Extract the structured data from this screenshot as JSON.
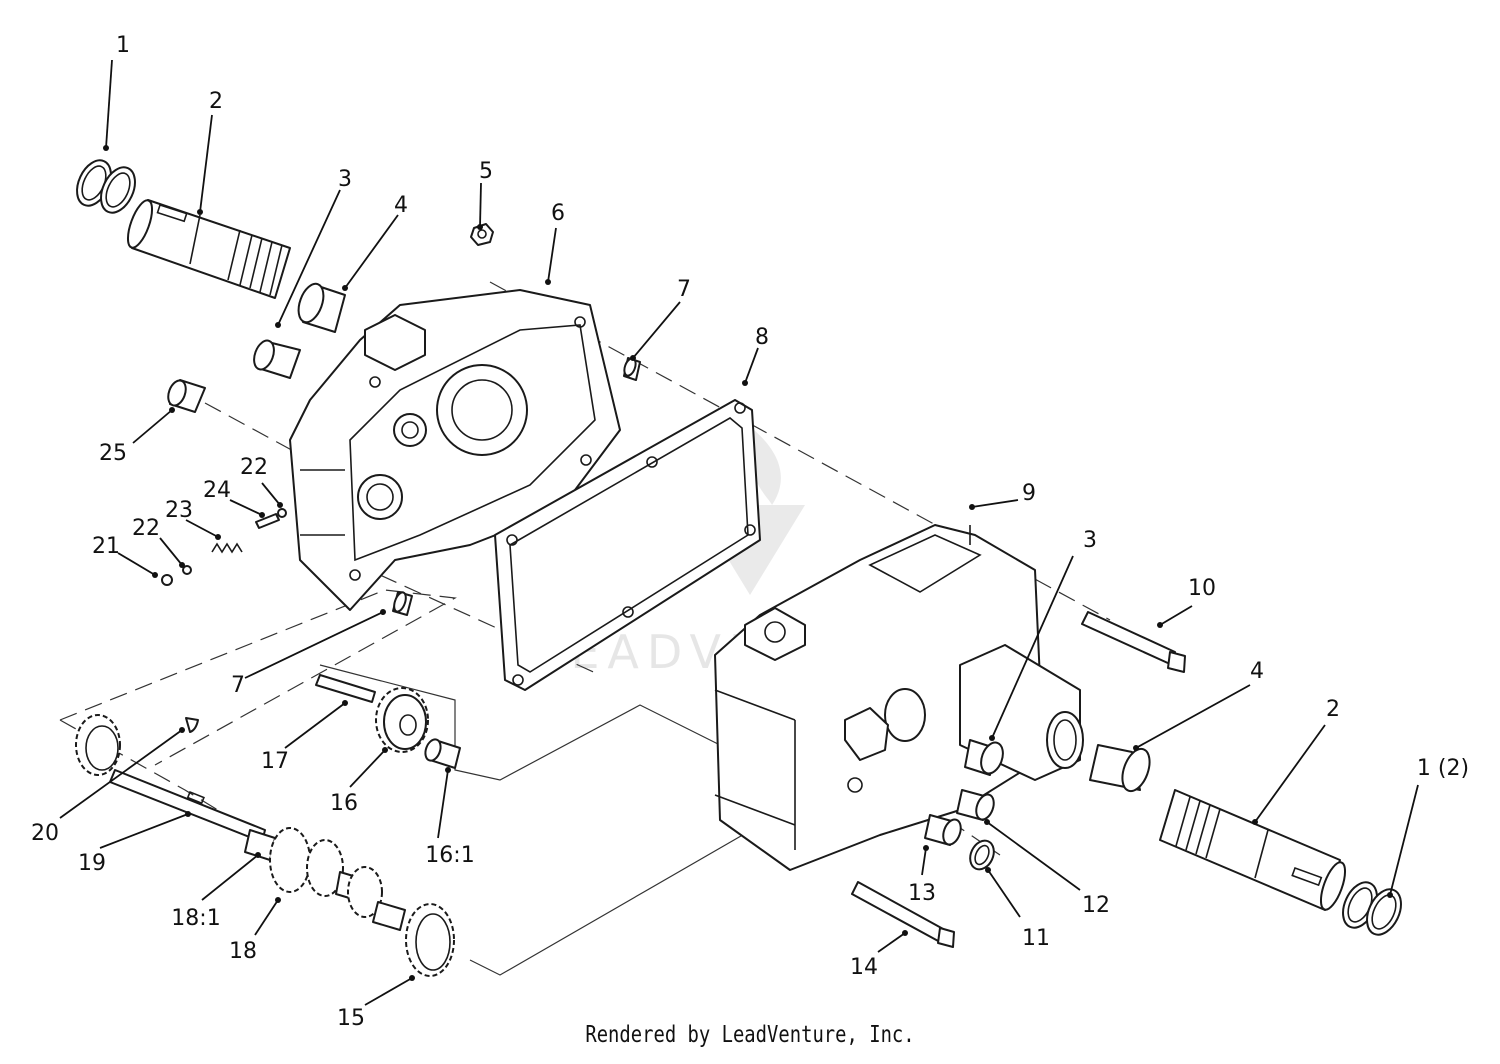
{
  "callouts": [
    {
      "id": "c1a",
      "text": "1"
    },
    {
      "id": "c2a",
      "text": "2"
    },
    {
      "id": "c3a",
      "text": "3"
    },
    {
      "id": "c4a",
      "text": "4"
    },
    {
      "id": "c5",
      "text": "5"
    },
    {
      "id": "c6",
      "text": "6"
    },
    {
      "id": "c7a",
      "text": "7"
    },
    {
      "id": "c8",
      "text": "8"
    },
    {
      "id": "c25",
      "text": "25"
    },
    {
      "id": "c22a",
      "text": "22"
    },
    {
      "id": "c24",
      "text": "24"
    },
    {
      "id": "c23",
      "text": "23"
    },
    {
      "id": "c22b",
      "text": "22"
    },
    {
      "id": "c21",
      "text": "21"
    },
    {
      "id": "c7b",
      "text": "7"
    },
    {
      "id": "c9",
      "text": "9"
    },
    {
      "id": "c3b",
      "text": "3"
    },
    {
      "id": "c10",
      "text": "10"
    },
    {
      "id": "c4b",
      "text": "4"
    },
    {
      "id": "c2b",
      "text": "2"
    },
    {
      "id": "c1b",
      "text": "1 (2)"
    },
    {
      "id": "c17",
      "text": "17"
    },
    {
      "id": "c16",
      "text": "16"
    },
    {
      "id": "c161",
      "text": "16:1"
    },
    {
      "id": "c20",
      "text": "20"
    },
    {
      "id": "c19",
      "text": "19"
    },
    {
      "id": "c181",
      "text": "18:1"
    },
    {
      "id": "c18",
      "text": "18"
    },
    {
      "id": "c15",
      "text": "15"
    },
    {
      "id": "c13",
      "text": "13"
    },
    {
      "id": "c12",
      "text": "12"
    },
    {
      "id": "c11",
      "text": "11"
    },
    {
      "id": "c14",
      "text": "14"
    }
  ],
  "watermark": "LEADVENTURE",
  "footer": "Rendered by LeadVenture, Inc."
}
